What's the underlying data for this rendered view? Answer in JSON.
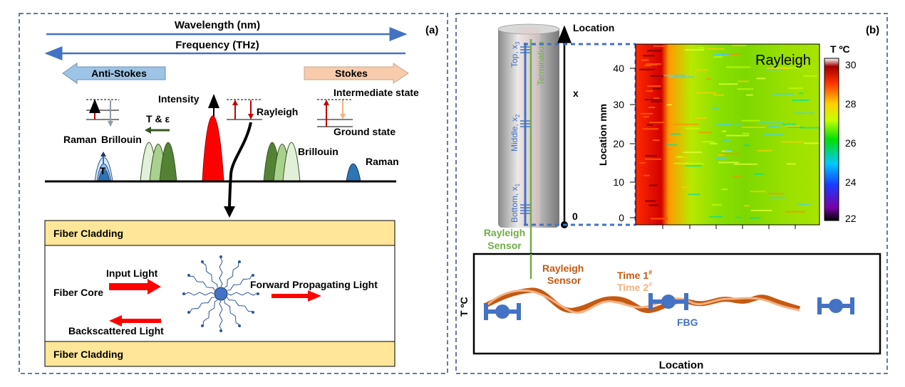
{
  "panel_a": {
    "label": "(a)",
    "wavelength": "Wavelength (nm)",
    "frequency": "Frequency (THz)",
    "anti_stokes": "Anti-Stokes",
    "stokes": "Stokes",
    "intensity": "Intensity",
    "rayleigh": "Rayleigh",
    "t_eps": "T & ε",
    "intermediate_state": "Intermediate state",
    "ground_state": "Ground state",
    "raman_left": "Raman",
    "brillouin_left": "Brillouin",
    "t_small": "T",
    "brillouin_right": "Brillouin",
    "raman_right": "Raman",
    "cladding_top": "Fiber Cladding",
    "cladding_bottom": "Fiber Cladding",
    "input_light": "Input Light",
    "fiber_core": "Fiber Core",
    "forward_light": "Forward Propagating Light",
    "backscattered": "Backscattered Light"
  },
  "panel_b": {
    "label": "(b)",
    "location_axis": "Location",
    "x_axis": "x",
    "zero": "0",
    "top_label": "Top, x",
    "top_sub": "3",
    "middle_label": "Middle, x",
    "middle_sub": "2",
    "bottom_label": "Bottom, x",
    "bottom_sub": "1",
    "termination": "Termination",
    "sensor_green_1": "Rayleigh",
    "sensor_green_2": "Sensor",
    "heatmap_title": "Rayleigh",
    "heatmap_ylabel": "Location mm",
    "heatmap_yticks": [
      "40",
      "30",
      "20",
      "10",
      "0"
    ],
    "colorbar_title": "T ºC",
    "colorbar_ticks": [
      "30",
      "28",
      "26",
      "24",
      "22"
    ],
    "sensor_orange_1": "Rayleigh",
    "sensor_orange_2": "Sensor",
    "time1": "Time 1",
    "time2": "Time 2",
    "hash": "#",
    "bottom_ylabel": "T ºC",
    "fbg": "FBG",
    "bottom_xlabel": "Location"
  },
  "colors": {
    "frame": "#2f4f8f",
    "blue": "#4472c4",
    "peach": "#f4b183",
    "red": "#ff0000",
    "green_dark": "#548235",
    "cladding": "#ffe699",
    "orange": "#c55a11",
    "orange_light": "#f4b183",
    "green": "#70ad47"
  }
}
